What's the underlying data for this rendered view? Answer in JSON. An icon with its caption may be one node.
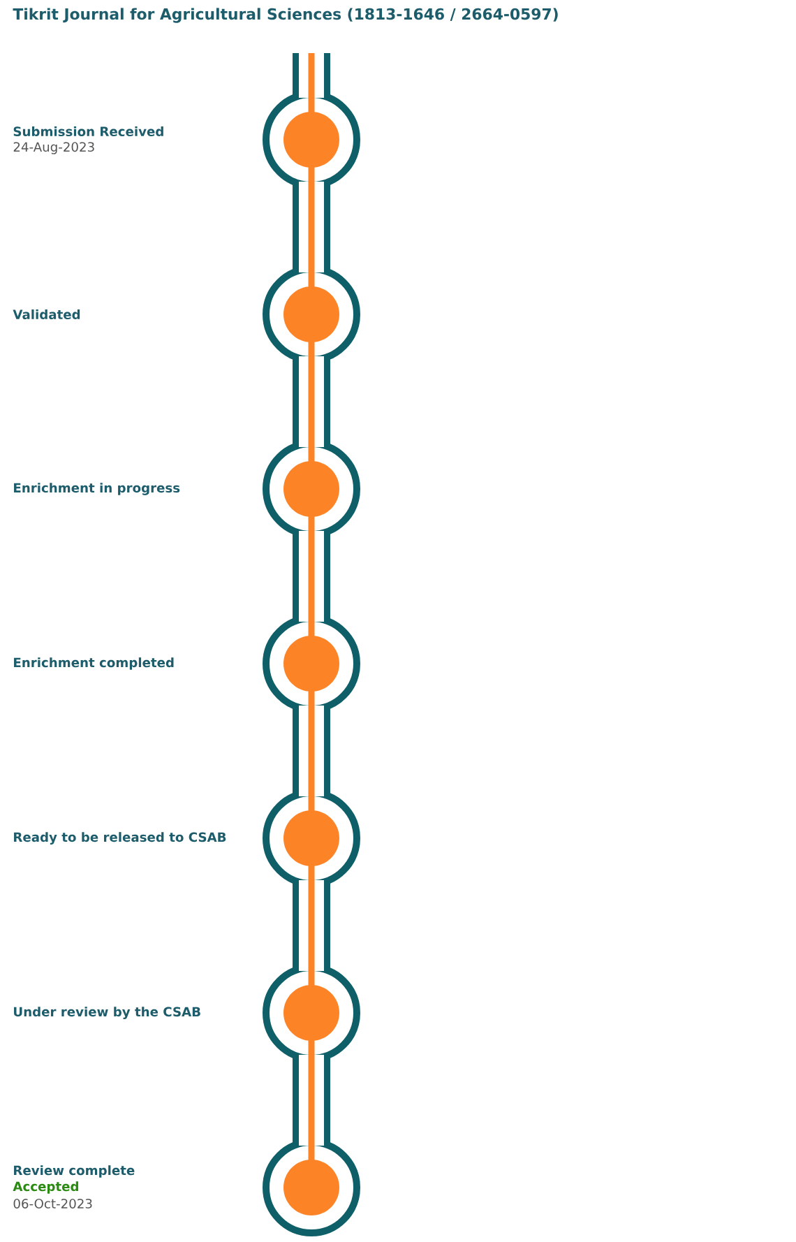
{
  "diagram": {
    "title": "Tikrit Journal for Agricultural Sciences (1813-1646 / 2664-0597)",
    "nodes": [
      {
        "text": [],
        "shape": "circle"
      },
      {
        "text": [],
        "shape": "circle"
      },
      {
        "text": [],
        "shape": "circle"
      },
      {
        "text": [],
        "shape": "circle"
      },
      {
        "text": [],
        "shape": "circle"
      },
      {
        "text": [],
        "shape": "circle"
      },
      {
        "text": [],
        "shape": "circle"
      }
    ],
    "edges": [
      {
        "from": null,
        "to": 0,
        "arrow": "none"
      },
      {
        "from": 0,
        "to": 1,
        "arrow": "none"
      },
      {
        "from": 1,
        "to": 2,
        "arrow": "none"
      },
      {
        "from": 2,
        "to": 3,
        "arrow": "none"
      },
      {
        "from": 3,
        "to": 4,
        "arrow": "none"
      },
      {
        "from": 4,
        "to": 5,
        "arrow": "none"
      },
      {
        "from": 5,
        "to": 6,
        "arrow": "none"
      }
    ],
    "labels": [
      "Submission Received",
      "24-Aug-2023",
      "Validated",
      "Enrichment in progress",
      "Enrichment completed",
      "Ready to be released to CSAB",
      "Under review by the CSAB",
      "Review complete",
      "Accepted",
      "06-Oct-2023"
    ]
  }
}
